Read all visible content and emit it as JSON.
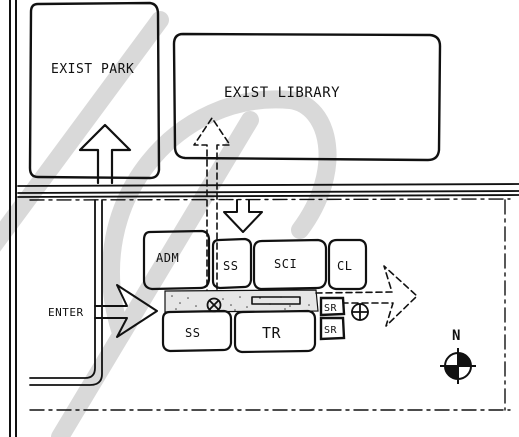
{
  "labels": {
    "park": "EXIST PARK",
    "library": "EXIST LIBRARY",
    "adm": "ADM",
    "ss_top": "SS",
    "sci": "SCI",
    "cl": "CL",
    "ss_bottom": "SS",
    "tr": "TR",
    "sr_top": "SR",
    "sr_bottom": "SR",
    "enter": "ENTER",
    "north": "N"
  },
  "colors": {
    "ink": "#111111",
    "watermark": "#d9d9d9",
    "paper": "#ffffff"
  }
}
